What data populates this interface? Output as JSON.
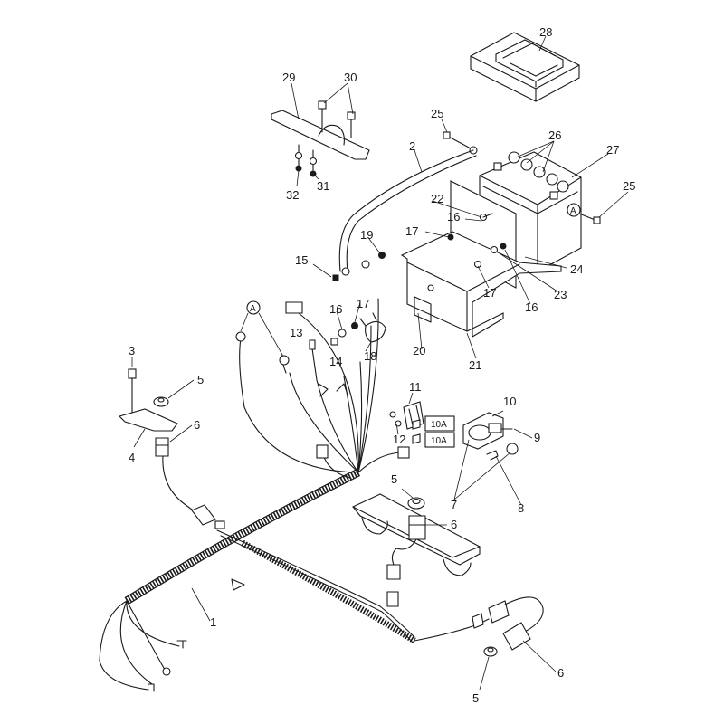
{
  "callouts": {
    "n1": "1",
    "n2": "2",
    "n3": "3",
    "n4": "4",
    "n5a": "5",
    "n5b": "5",
    "n5c": "5",
    "n6a": "6",
    "n6b": "6",
    "n6c": "6",
    "n7": "7",
    "n8": "8",
    "n9": "9",
    "n10": "10",
    "n11": "11",
    "n12": "12",
    "n13": "13",
    "n14": "14",
    "n15": "15",
    "n16a": "16",
    "n16b": "16",
    "n16c": "16",
    "n17a": "17",
    "n17b": "17",
    "n17c": "17",
    "n18": "18",
    "n19": "19",
    "n20": "20",
    "n21": "21",
    "n22": "22",
    "n23": "23",
    "n24": "24",
    "n25a": "25",
    "n25b": "25",
    "n26": "26",
    "n27": "27",
    "n28": "28",
    "n29": "29",
    "n30": "30",
    "n31": "31",
    "n32": "32"
  },
  "ref_marks": {
    "a1": "A",
    "a2": "A"
  },
  "fuses": {
    "f1": "10A",
    "f2": "10A"
  }
}
